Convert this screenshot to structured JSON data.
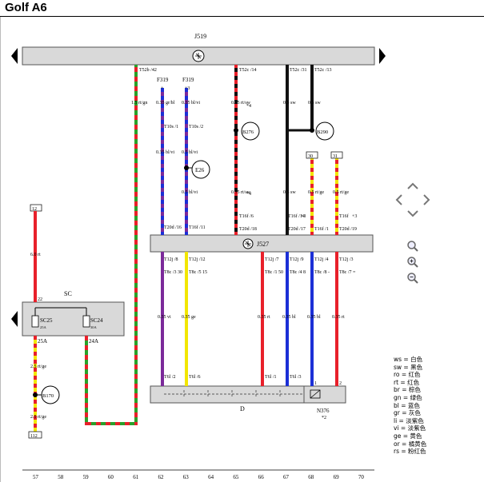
{
  "title": "Golf A6",
  "components": {
    "j519": "J519",
    "j527": "J527",
    "sc": "SC",
    "d": "D",
    "f319a": "F319",
    "f319b": "F319",
    "b276": "B276",
    "b290": "B290",
    "e26": "E26",
    "b170": "B170",
    "n376": "N376",
    "n376_note": "*2"
  },
  "fuses": {
    "sc25": "SC25",
    "sc25_amp": "25A",
    "sc25_out": "25A",
    "sc24": "SC24",
    "sc24_amp": "30A",
    "sc24_out": "24A"
  },
  "pins": {
    "t52b_42": "T52b /42",
    "t52c_14": "T52c /14",
    "t52c_31": "T52c /31",
    "t52c_13": "T52c /13",
    "t10s_1": "T10s /1",
    "t10s_2": "T10s /2",
    "t20d16": "T20d /16",
    "t16f11": "T16f /11",
    "t16f6": "T16f /6",
    "t20d18": "T20d /18",
    "t16f14": "T16f /14",
    "t20d17": "T20d /17",
    "t16f_a": "T16f",
    "t16f_1": "T16f /1",
    "t20d19": "T20d /19",
    "t12j_8": "T12j /8",
    "t12j_12": "T12j /12",
    "t12j_7": "T12j /7",
    "t12j_9": "T12j /9",
    "t12j_4": "T12j /4",
    "t12j_3": "T12j /3",
    "t8c_330": "T8c /3 30",
    "t8c_515": "T8c /5 15",
    "t8c_150": "T8c /1 50",
    "t8c_48": "T8c /4 8",
    "t8c_8": "T8c /8 -",
    "t8c_7": "T8c /7 =",
    "t6l_2": "T6l /2",
    "t6l_6": "T6l /6",
    "t6l_1": "T6l /1",
    "t6l_3": "T6l /3",
    "n_1": "1",
    "n_2": "2",
    "sc_22": "22",
    "box_12": "12",
    "box_30": "30",
    "box_31": "31",
    "box_112": "112",
    "plus1": "+",
    "plus2": "+3",
    "star4a": "*4",
    "star4b": "*4",
    "star3": "*3"
  },
  "wires": {
    "w61": "1.5 rt/gn",
    "w62a": "0.35 gr/bl",
    "w62b": "0.35 bl/vi",
    "w63a": "0.35 bl/vi",
    "w63b": "0.5 bl/vi",
    "w63c": "0.5 bl/vi",
    "w65a": "0.35 rt/sw",
    "w65b": "0.35 rt/sw",
    "w67a": "0.5 sw",
    "w67b": "0.5 sw",
    "w68a": "0.5 sw",
    "w68b": "0.5 rt/ge",
    "w69": "0.5 rt/ge",
    "w57": "6.0 rt",
    "w57b": "2.5 rt/ge",
    "w57c": "2.5 rt/ge",
    "lw62": "0.35 vi",
    "lw63": "0.35 ge",
    "lw66": "0.35 rt",
    "lw67": "0.35 bl",
    "lw68": "0.35 bl",
    "lw69": "0.35 rt"
  },
  "axis": [
    "57",
    "58",
    "59",
    "60",
    "61",
    "62",
    "63",
    "64",
    "65",
    "66",
    "67",
    "68",
    "69",
    "70"
  ],
  "legend": [
    "ws = 白色",
    "sw = 黑色",
    "ro = 红色",
    "rt = 红色",
    "br = 棕色",
    "gn = 绿色",
    "bl = 蓝色",
    "gr = 灰色",
    "li = 淡紫色",
    "vi = 淡紫色",
    "ge = 黄色",
    "or = 橘黄色",
    "rs = 粉红色"
  ],
  "colors": {
    "red": "#e8202a",
    "green": "#2aa02a",
    "blue": "#1b2fd6",
    "black": "#111111",
    "yellow": "#f2e600",
    "violet": "#7b2a9a",
    "bar": "#d9d9d9"
  }
}
